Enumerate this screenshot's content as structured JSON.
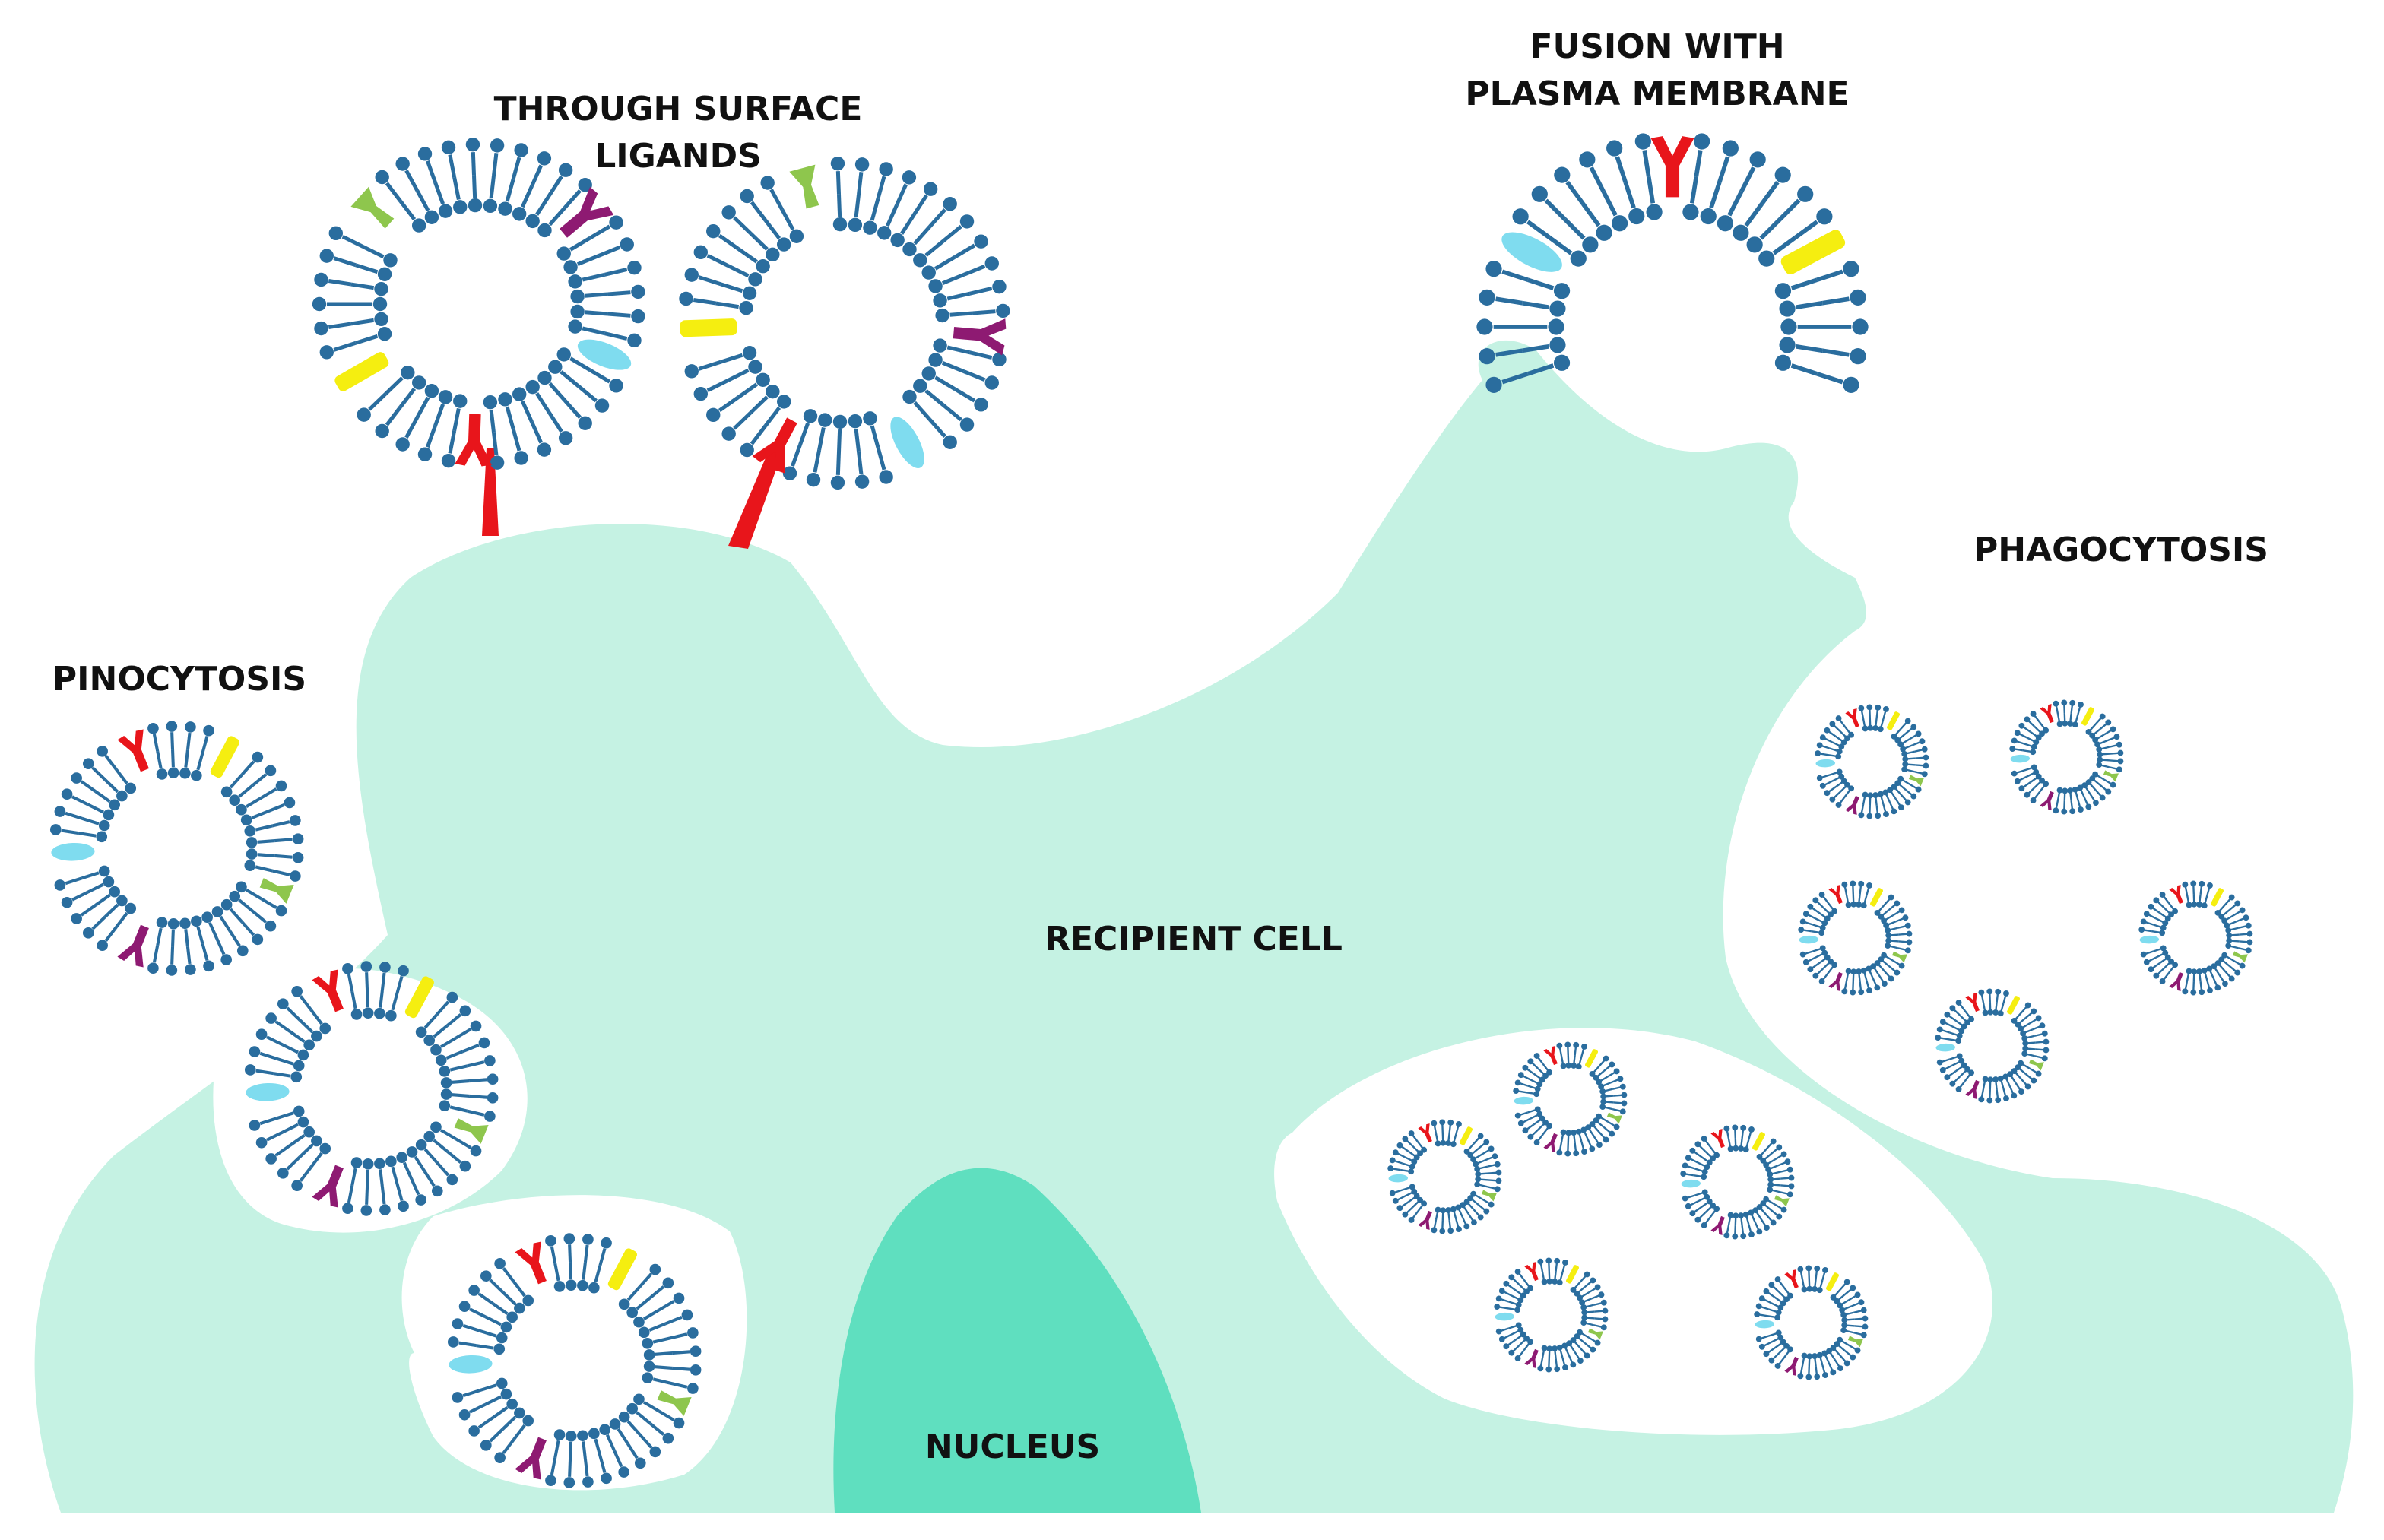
{
  "labels": {
    "through_surface_ligands": [
      "THROUGH SURFACE",
      "LIGANDS"
    ],
    "fusion": [
      "FUSION WITH",
      "PLASMA MEMBRANE"
    ],
    "pinocytosis": "PINOCYTOSIS",
    "phagocytosis": "PHAGOCYTOSIS",
    "recipient_cell": "RECIPIENT CELL",
    "nucleus": "NUCLEUS"
  },
  "colors": {
    "cell": "#c5f2e3",
    "nucleus": "#5fdfbf",
    "lipid": "#2a6d9e",
    "receptor_red": "#e8151b",
    "ligand_yellow": "#f5ee10",
    "ligand_cyan": "#7fdcef",
    "ligand_green": "#8ec64d",
    "ligand_purple": "#8e1a72",
    "background": "#ffffff",
    "text": "#111111"
  }
}
